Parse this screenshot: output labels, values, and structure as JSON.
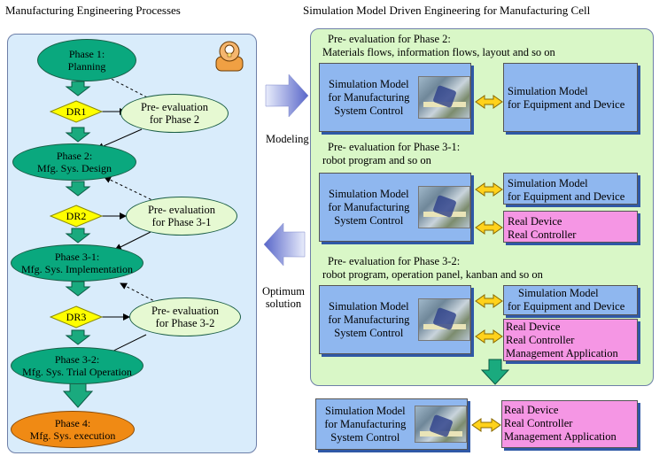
{
  "titles": {
    "left": "Manufacturing Engineering Processes",
    "right": "Simulation Model Driven Engineering for Manufacturing Cell"
  },
  "phases": {
    "p1_line1": "Phase 1:",
    "p1_line2": "Planning",
    "p2_line1": "Phase 2:",
    "p2_line2": "Mfg. Sys. Design",
    "p31_line1": "Phase 3-1:",
    "p31_line2": "Mfg. Sys. Implementation",
    "p32_line1": "Phase  3-2:",
    "p32_line2": "Mfg. Sys. Trial Operation",
    "p4_line1": "Phase 4:",
    "p4_line2": "Mfg. Sys. execution"
  },
  "design_reviews": {
    "dr1": "DR1",
    "dr2": "DR2",
    "dr3": "DR3"
  },
  "pre_evals": {
    "e1_line1": "Pre- evaluation",
    "e1_line2": "for Phase 2",
    "e2_line1": "Pre- evaluation",
    "e2_line2": "for Phase 3-1",
    "e3_line1": "Pre- evaluation",
    "e3_line2": "for Phase 3-2"
  },
  "arrows": {
    "modeling": "Modeling",
    "optimum_line1": "Optimum",
    "optimum_line2": "solution"
  },
  "right_notes": {
    "n1_line1": "Pre- evaluation for Phase 2:",
    "n1_line2": "Materials flows, information flows, layout and so on",
    "n2_line1": "Pre- evaluation for Phase 3-1:",
    "n2_line2": "robot program and so on",
    "n3_line1": "Pre- evaluation for Phase  3-2:",
    "n3_line2": "robot program, operation panel, kanban and so on"
  },
  "boxes": {
    "sim_ctrl_line1": "Simulation Model",
    "sim_ctrl_line2": "for Manufacturing",
    "sim_ctrl_line3": "System Control",
    "sim_eq_line1": "Simulation Model",
    "sim_eq_line2": "for Equipment and Device",
    "real_device": "Real Device",
    "real_controller": "Real Controller",
    "mgmt_app": "Management Application"
  },
  "colors": {
    "phase_green": "#0aa87e",
    "phase_orange": "#f08a14",
    "left_panel": "#d9ecfb",
    "right_panel": "#d9f7c7",
    "blue_box": "#8fb7ef",
    "pink_box": "#f596e4",
    "diamond": "#ffff00"
  }
}
